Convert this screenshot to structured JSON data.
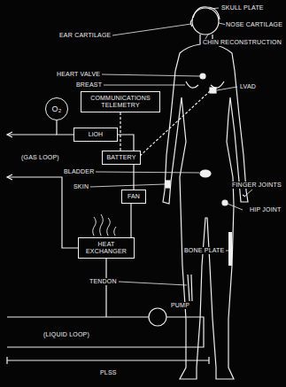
{
  "diagram": {
    "nodes": [
      {
        "text": [
          "COMMUNICATIONS TELEMETRY"
        ]
      },
      {
        "text": [
          "BATTERY"
        ]
      },
      {
        "text": [
          "O₂"
        ]
      },
      {
        "text": [
          "LiOH"
        ]
      },
      {
        "text": [
          "FAN"
        ]
      },
      {
        "text": [
          "HEAT EXCHANGER"
        ]
      }
    ],
    "edges": [
      {
        "from": 2,
        "to": 3,
        "arrow": "none"
      },
      {
        "from": 3,
        "to": 4,
        "arrow": "none"
      },
      {
        "from": 4,
        "to": 5,
        "arrow": "none"
      },
      {
        "from": 0,
        "to": 1,
        "arrow": "none"
      }
    ],
    "labels": [
      "SKULL PLATE",
      "NOSE CARTILAGE",
      "EAR CARTILAGE",
      "CHIN RECONSTRUCTION",
      "HEART VALVE",
      "LVAD",
      "BREAST",
      "BLADDER",
      "SKIN",
      "FINGER JOINTS",
      "HIP JOINT",
      "BONE PLATE",
      "TENDON",
      "PUMP",
      "(GAS LOOP)",
      "(LIQUID LOOP)",
      "PLSS"
    ]
  }
}
